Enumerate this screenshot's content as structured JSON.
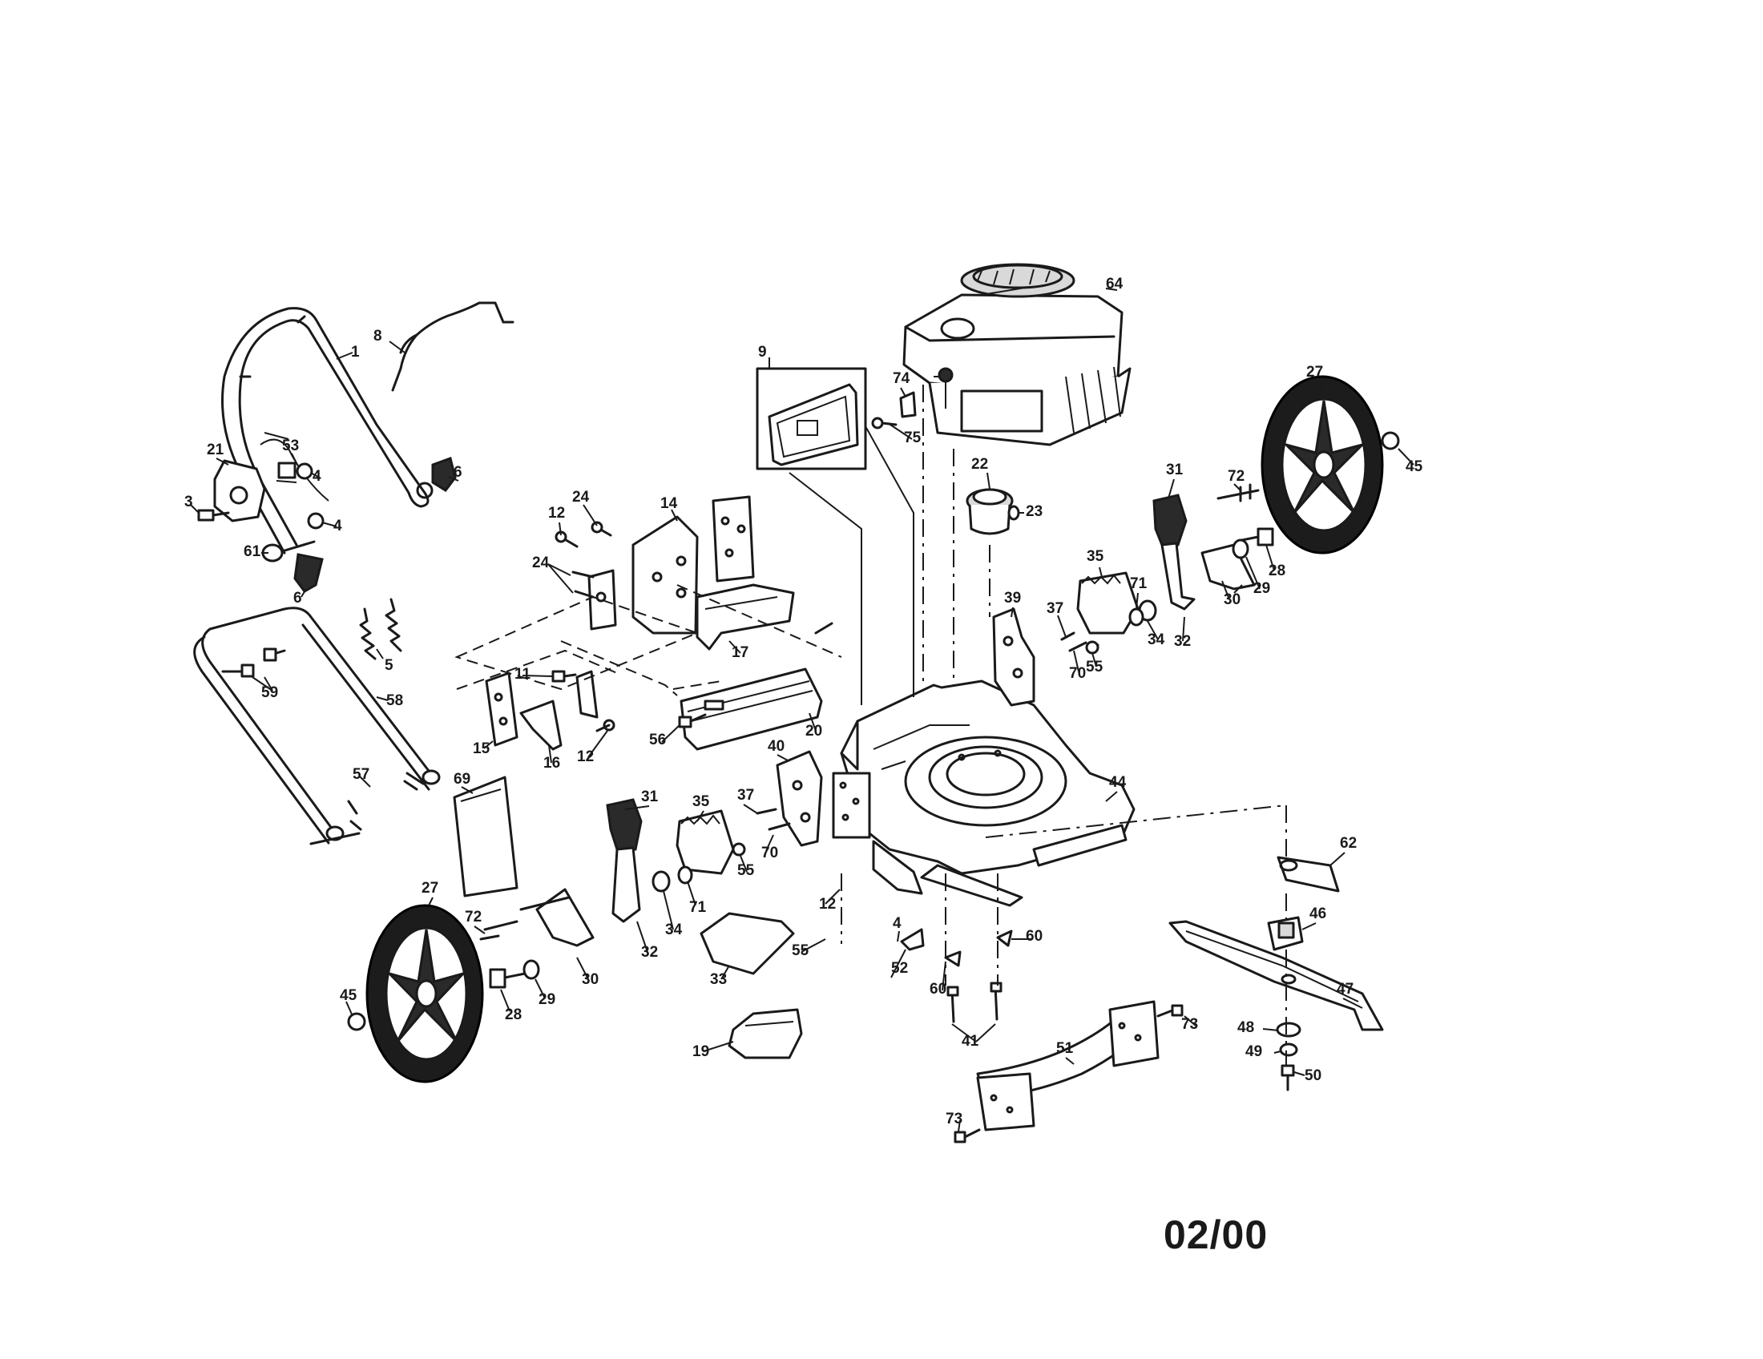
{
  "date_code": "02/00",
  "callouts": {
    "c1": "1",
    "c3": "3",
    "c4a": "4",
    "c4b": "4",
    "c4c": "4",
    "c5": "5",
    "c6a": "6",
    "c6b": "6",
    "c8": "8",
    "c9": "9",
    "c11": "11",
    "c12a": "12",
    "c12b": "12",
    "c12c": "12",
    "c14": "14",
    "c15": "15",
    "c16": "16",
    "c17": "17",
    "c19": "19",
    "c20": "20",
    "c21": "21",
    "c22": "22",
    "c23": "23",
    "c24a": "24",
    "c24b": "24",
    "c27a": "27",
    "c27b": "27",
    "c28a": "28",
    "c28b": "28",
    "c29a": "29",
    "c29b": "29",
    "c30a": "30",
    "c30b": "30",
    "c31a": "31",
    "c31b": "31",
    "c32a": "32",
    "c32b": "32",
    "c33": "33",
    "c34a": "34",
    "c34b": "34",
    "c35a": "35",
    "c35b": "35",
    "c37a": "37",
    "c37b": "37",
    "c39": "39",
    "c40": "40",
    "c41": "41",
    "c44": "44",
    "c45a": "45",
    "c45b": "45",
    "c46": "46",
    "c47": "47",
    "c48": "48",
    "c49": "49",
    "c50": "50",
    "c51": "51",
    "c52": "52",
    "c53": "53",
    "c55a": "55",
    "c55b": "55",
    "c55c": "55",
    "c56": "56",
    "c57": "57",
    "c58": "58",
    "c59": "59",
    "c60a": "60",
    "c60b": "60",
    "c61": "61",
    "c62": "62",
    "c64": "64",
    "c69": "69",
    "c70a": "70",
    "c70b": "70",
    "c71a": "71",
    "c71b": "71",
    "c72a": "72",
    "c72b": "72",
    "c73a": "73",
    "c73b": "73",
    "c74": "74",
    "c75": "75"
  }
}
